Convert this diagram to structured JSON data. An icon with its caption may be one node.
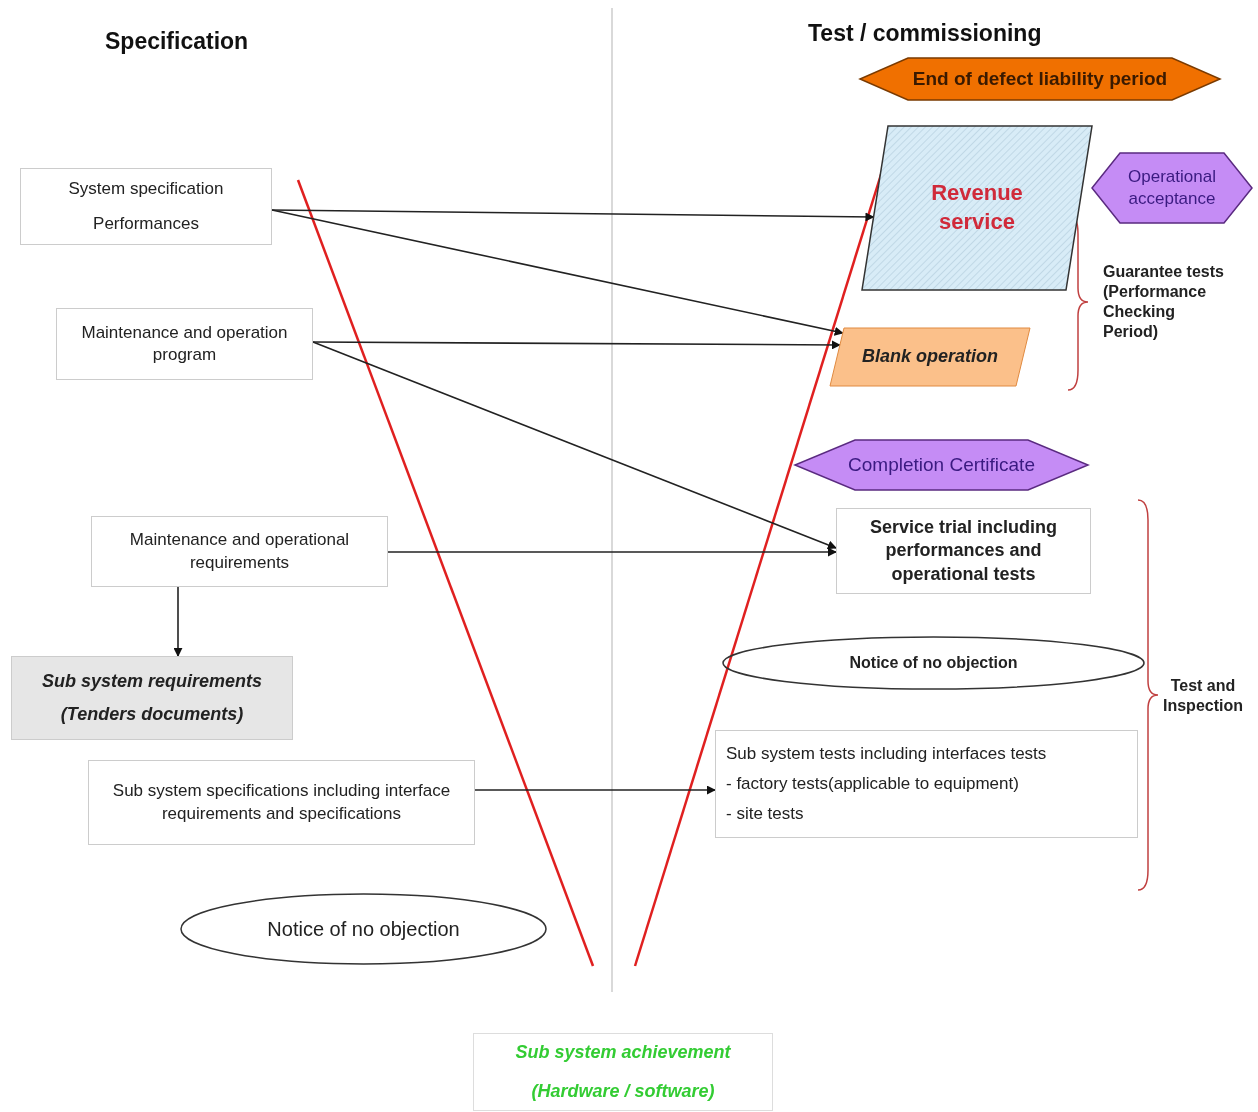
{
  "diagram": {
    "nodes": [
      {
        "text": [
          "System specification",
          "Performances"
        ]
      },
      {
        "text": [
          "Maintenance and operation program"
        ]
      },
      {
        "text": [
          "Maintenance and operational requirements"
        ]
      },
      {
        "text": [
          "Sub system requirements",
          "(Tenders documents)"
        ]
      },
      {
        "text": [
          "Sub system specifications including interface requirements and specifications"
        ]
      },
      {
        "text": [
          "Notice of no objection"
        ]
      },
      {
        "text": [
          "End of defect liability period"
        ]
      },
      {
        "text": [
          "Revenue service"
        ]
      },
      {
        "text": [
          "Operational acceptance"
        ]
      },
      {
        "text": [
          "Blank operation"
        ]
      },
      {
        "text": [
          "Completion Certificate"
        ]
      },
      {
        "text": [
          "Service trial including performances and operational tests"
        ]
      },
      {
        "text": [
          "Notice of no objection"
        ]
      },
      {
        "text": [
          "Sub system tests including interfaces tests",
          "- factory tests(applicable to equipment)",
          "- site tests"
        ]
      },
      {
        "text": [
          "Sub system achievement",
          "(Hardware / software)"
        ]
      }
    ],
    "edges": [
      {
        "from": 0,
        "to": 7,
        "arrow": "to"
      },
      {
        "from": 0,
        "to": 9,
        "arrow": "to"
      },
      {
        "from": 1,
        "to": 9,
        "arrow": "to"
      },
      {
        "from": 1,
        "to": 11,
        "arrow": "to"
      },
      {
        "from": 2,
        "to": 11,
        "arrow": "to"
      },
      {
        "from": 2,
        "to": 3,
        "arrow": "to"
      },
      {
        "from": 4,
        "to": 13,
        "arrow": "to"
      }
    ],
    "labels": [
      "Specification",
      "Test / commissioning",
      "Guarantee tests (Performance Checking Period)",
      "Test and Inspection"
    ]
  }
}
